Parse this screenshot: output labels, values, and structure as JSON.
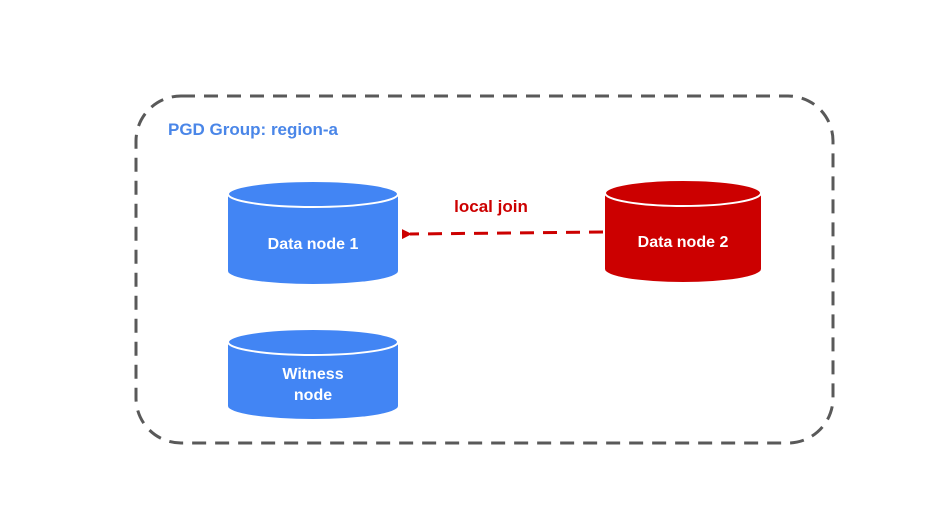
{
  "group": {
    "title": "PGD Group: region-a",
    "title_color": "#4a86e8",
    "border_color": "#595959"
  },
  "nodes": {
    "data_node_1": {
      "label": "Data node 1",
      "fill": "#4285f4"
    },
    "data_node_2": {
      "label": "Data node 2",
      "fill": "#cc0000"
    },
    "witness_node": {
      "label_line1": "Witness",
      "label_line2": "node",
      "fill": "#4285f4"
    }
  },
  "edge": {
    "label": "local join",
    "color": "#cc0000"
  }
}
